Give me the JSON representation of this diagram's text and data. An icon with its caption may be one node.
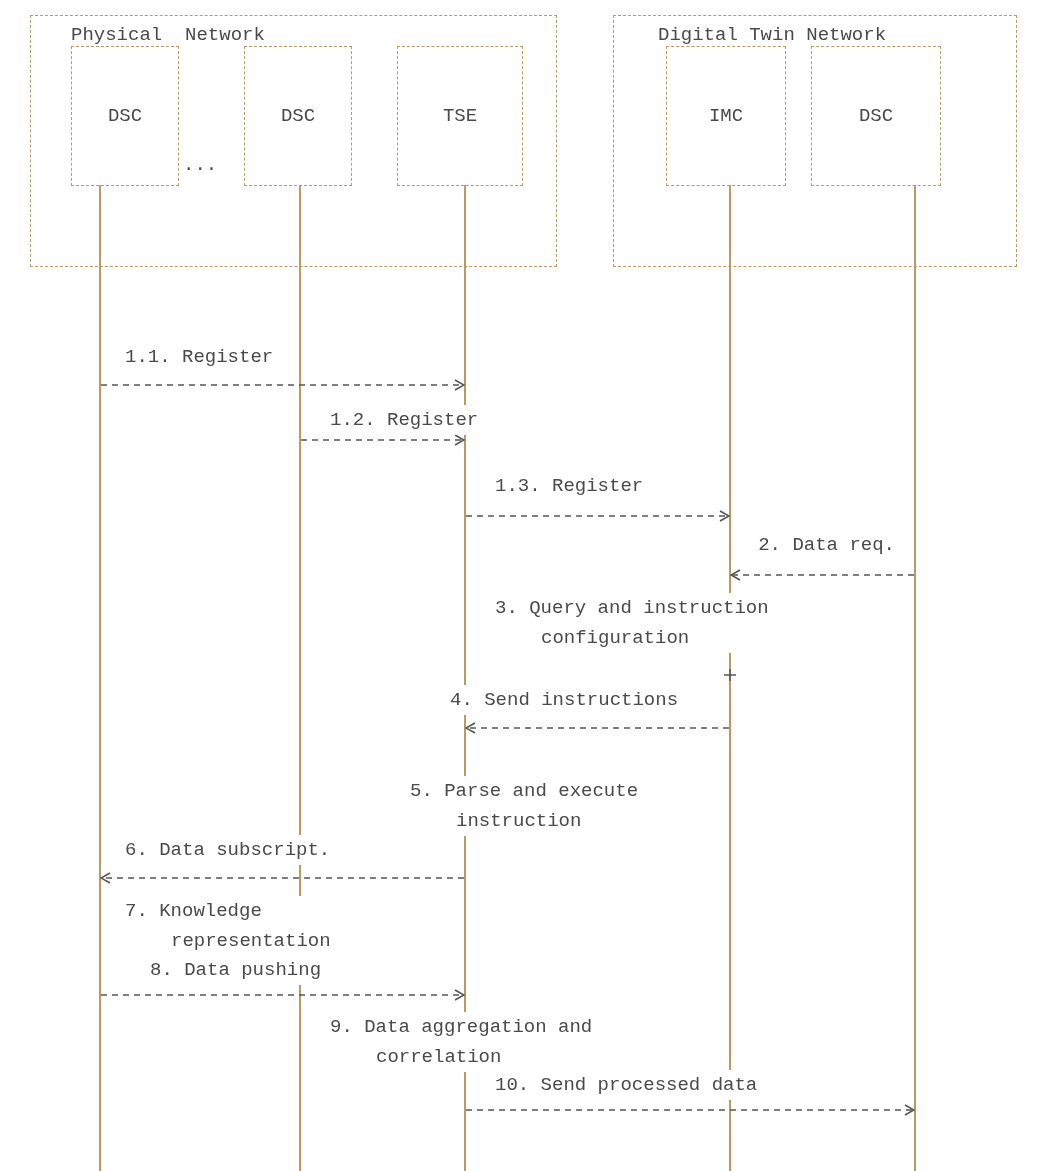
{
  "diagram": {
    "nodes": [
      {
        "text": [
          "Physical  Network"
        ]
      },
      {
        "text": [
          "DSC"
        ],
        "in": 0
      },
      {
        "text": [
          "DSC"
        ],
        "in": 0
      },
      {
        "text": [
          "TSE"
        ],
        "in": 0
      },
      {
        "text": [
          "Digital Twin Network"
        ]
      },
      {
        "text": [
          "IMC"
        ],
        "in": 4
      },
      {
        "text": [
          "DSC"
        ],
        "in": 4
      },
      {
        "text": [],
        "shape": "bar"
      },
      {
        "text": [],
        "shape": "bar"
      },
      {
        "text": [],
        "shape": "bar"
      },
      {
        "text": [],
        "shape": "bar"
      },
      {
        "text": [],
        "shape": "bar"
      }
    ],
    "edges": [
      {
        "from": 7,
        "to": 9,
        "arrow": "to",
        "label": "1.1. Register"
      },
      {
        "from": 8,
        "to": 9,
        "arrow": "to",
        "label": "1.2. Register"
      },
      {
        "from": 9,
        "to": 10,
        "arrow": "to",
        "label": "1.3. Register"
      },
      {
        "from": 11,
        "to": 10,
        "arrow": "to",
        "label": "2. Data req."
      },
      {
        "from": 10,
        "to": 9,
        "arrow": "to",
        "label": "4. Send instructions"
      },
      {
        "from": 9,
        "to": 7,
        "arrow": "to",
        "label": "6. Data subscript."
      },
      {
        "from": 7,
        "to": 9,
        "arrow": "to",
        "label": "8. Data pushing"
      },
      {
        "from": 9,
        "to": 11,
        "arrow": "to",
        "label": "10. Send processed data"
      }
    ],
    "labels": [
      "...",
      "3. Query and instruction configuration",
      "5. Parse and execute instruction",
      "7. Knowledge representation",
      "9. Data aggregation and correlation"
    ]
  }
}
